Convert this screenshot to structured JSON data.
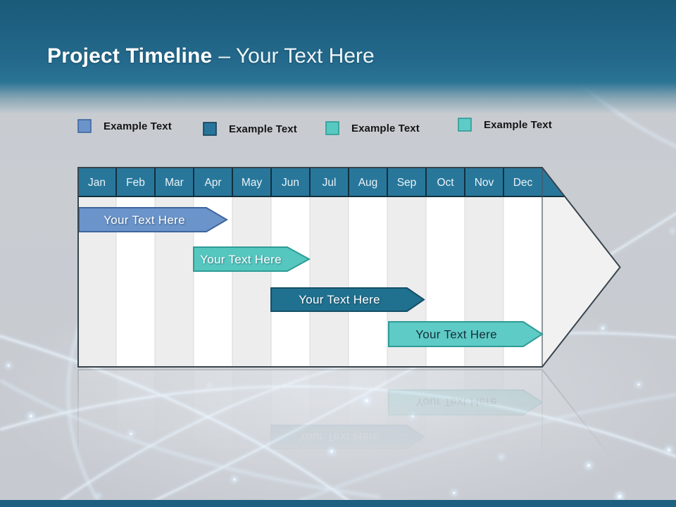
{
  "slide": {
    "title_bold": "Project Timeline",
    "title_rest": "– Your Text Here"
  },
  "legend": {
    "items": [
      {
        "label": "Example Text",
        "color": "#6b94ca"
      },
      {
        "label": "Example Text",
        "color": "#27759b"
      },
      {
        "label": "Example Text",
        "color": "#58c9c1"
      },
      {
        "label": "Example Text",
        "color": "#5fcbc6"
      }
    ]
  },
  "chart_data": {
    "type": "table",
    "subtype": "gantt-timeline-arrow",
    "title": "Project Timeline – Your Text Here",
    "months": [
      "Jan",
      "Feb",
      "Mar",
      "Apr",
      "May",
      "Jun",
      "Jul",
      "Aug",
      "Sep",
      "Oct",
      "Nov",
      "Dec"
    ],
    "header_fill": "#28779b",
    "stripe_odd": "#ededed",
    "stripe_even": "#ffffff",
    "arrow_tail_fill": "#f1f1f1",
    "bars": [
      {
        "label": "Your Text Here",
        "row": 1,
        "start_month": 0.0,
        "end_month": 3.3,
        "fill": "#6b94ca",
        "stroke": "#40659d",
        "text_color": "#ffffff"
      },
      {
        "label": "Your Text Here",
        "row": 2,
        "start_month": 3.0,
        "end_month": 5.4,
        "fill": "#55c7bf",
        "stroke": "#2e9c95",
        "text_color": "#ffffff"
      },
      {
        "label": "Your Text Here",
        "row": 3,
        "start_month": 5.0,
        "end_month": 8.5,
        "fill": "#20718f",
        "stroke": "#154f68",
        "text_color": "#ffffff"
      },
      {
        "label": "Your Text Here",
        "row": 4,
        "start_month": 8.0,
        "end_month": 12.0,
        "fill": "#5fcbc6",
        "stroke": "#2f9b96",
        "text_color": "#142f38"
      }
    ]
  }
}
